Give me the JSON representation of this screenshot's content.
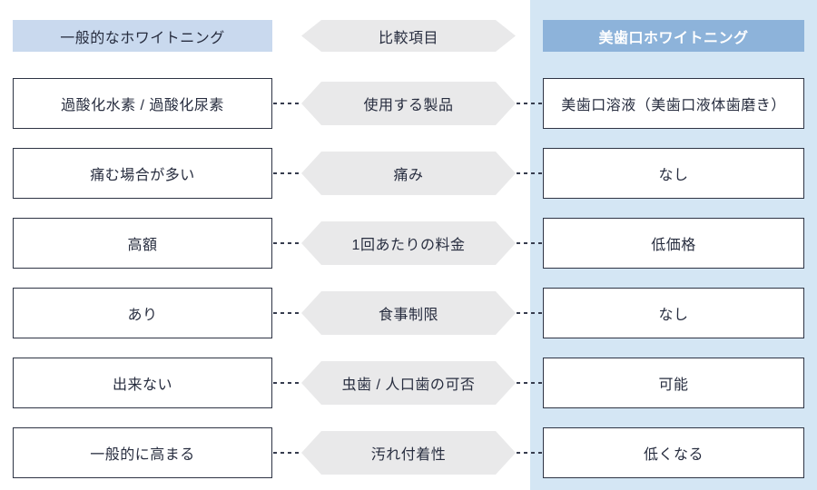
{
  "headers": {
    "left": "一般的なホワイトニング",
    "center": "比較項目",
    "right": "美歯口ホワイトニング"
  },
  "rows": [
    {
      "left": "過酸化水素 / 過酸化尿素",
      "center": "使用する製品",
      "right": "美歯口溶液（美歯口液体歯磨き）"
    },
    {
      "left": "痛む場合が多い",
      "center": "痛み",
      "right": "なし"
    },
    {
      "left": "高額",
      "center": "1回あたりの料金",
      "right": "低価格"
    },
    {
      "left": "あり",
      "center": "食事制限",
      "right": "なし"
    },
    {
      "left": "出来ない",
      "center": "虫歯 / 人口歯の可否",
      "right": "可能"
    },
    {
      "left": "一般的に高まる",
      "center": "汚れ付着性",
      "right": "低くなる"
    }
  ],
  "layout_numbers": {
    "row_count": "6"
  },
  "colors": {
    "left_header_bg": "#c9d9ee",
    "right_header_bg": "#8db3da",
    "right_panel_bg": "#d4e6f4",
    "hexagon_bg": "#e9e9ea",
    "box_border": "#2e3444",
    "text": "#272d3f",
    "right_header_text": "#ffffff",
    "connector": "#363c4e"
  }
}
